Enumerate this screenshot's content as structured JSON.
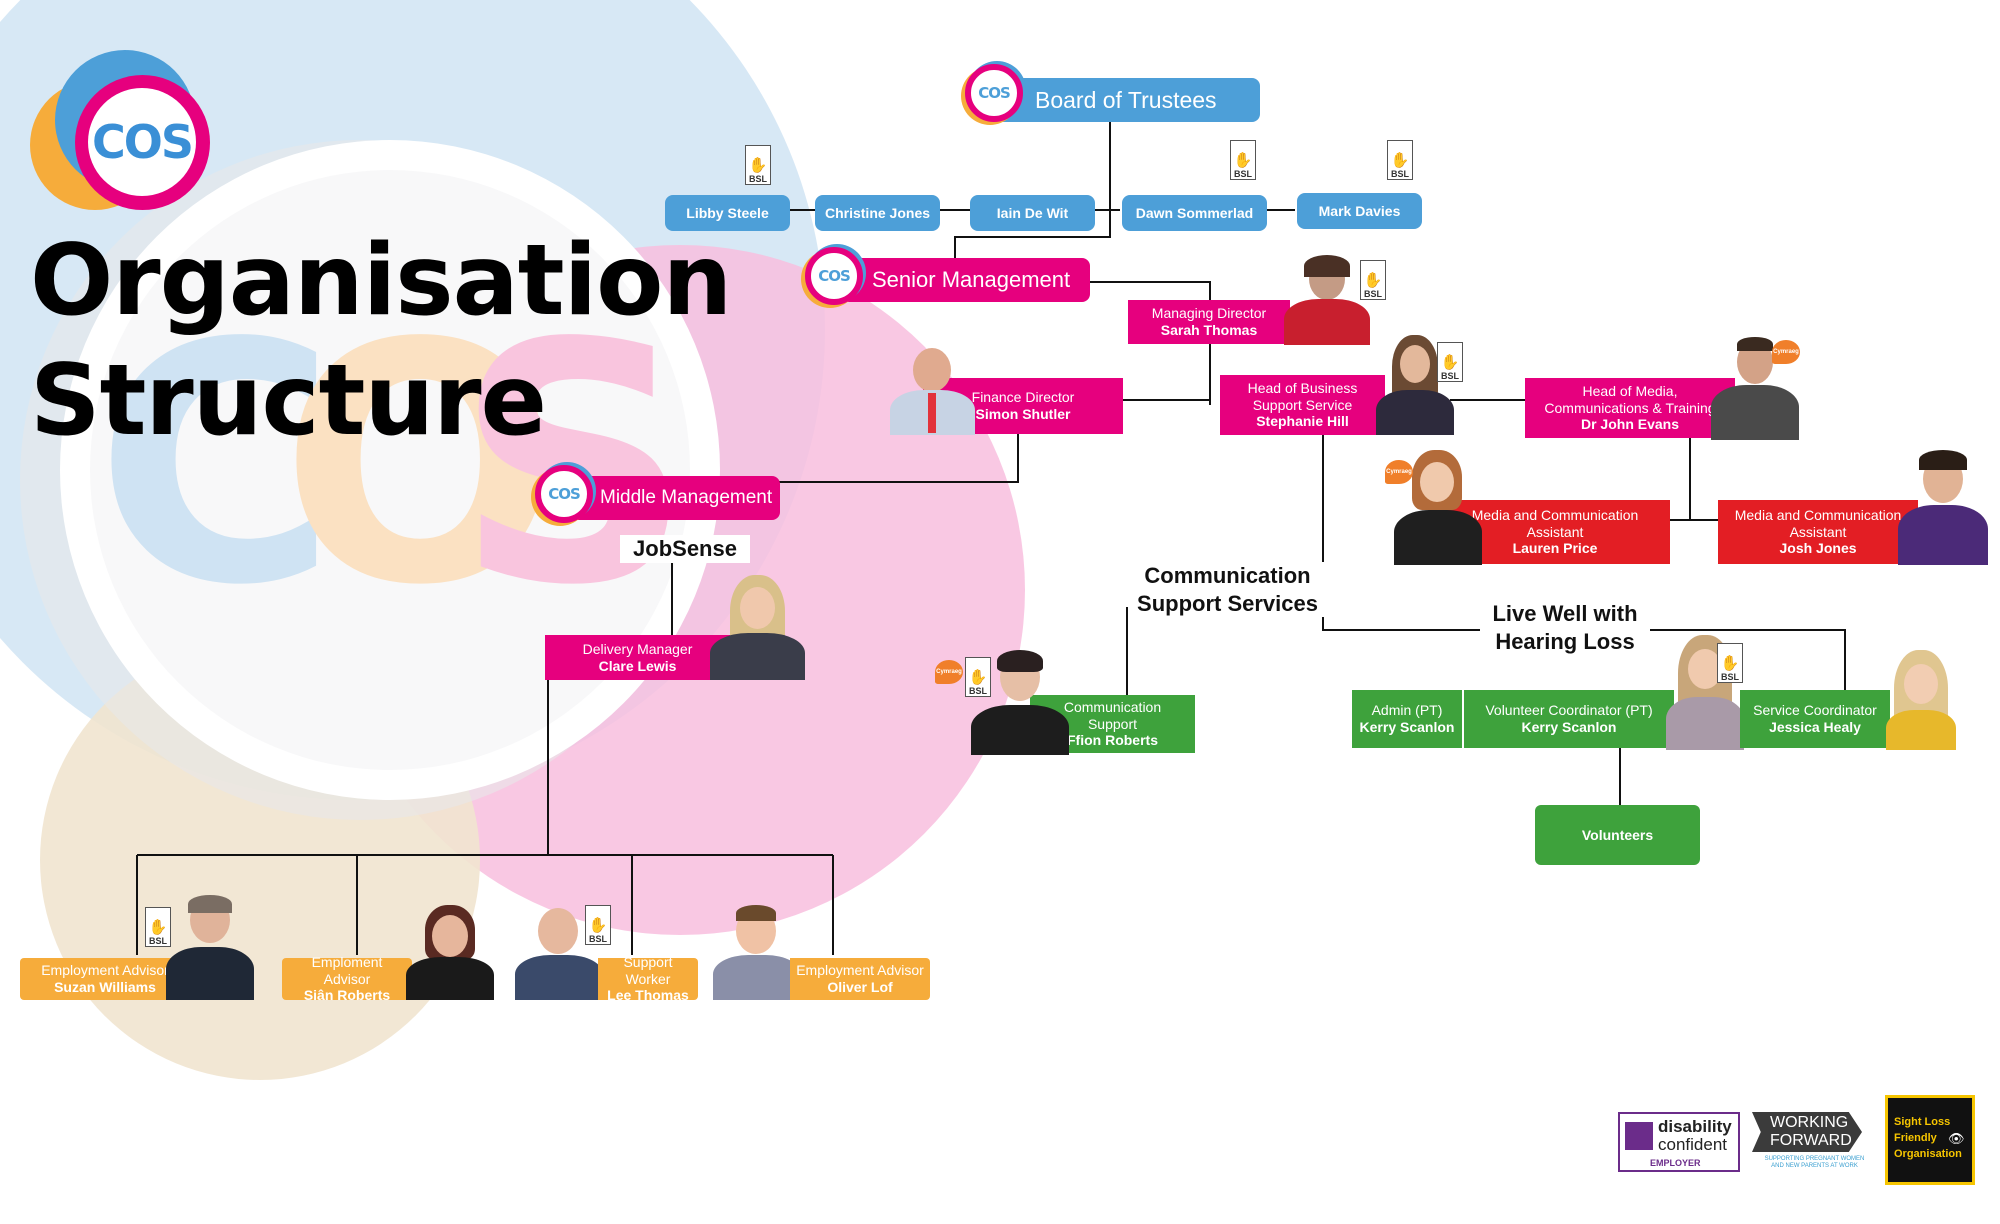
{
  "logo": {
    "text": "COS",
    "watermark": "COS"
  },
  "title": {
    "line1": "Organisation",
    "line2": "Structure"
  },
  "colors": {
    "blue": "#4d9fd8",
    "pink": "#e6007e",
    "red": "#e31e24",
    "green": "#3ea23c",
    "orange": "#f6ac3b"
  },
  "icons": {
    "bsl_text": "BSL",
    "cymraeg_text": "Cymraeg"
  },
  "headers": {
    "board": "Board of Trustees",
    "senior": "Senior Management",
    "middle": "Middle Management"
  },
  "trustees": [
    "Libby Steele",
    "Christine Jones",
    "Iain De Wit",
    "Dawn Sommerlad",
    "Mark Davies"
  ],
  "senior": {
    "md": {
      "role": "Managing Director",
      "name": "Sarah Thomas"
    },
    "fd": {
      "role": "Finance Director",
      "name": "Simon Shutler"
    },
    "hobs": {
      "role": "Head of Business Support Service",
      "name": "Stephanie Hill"
    },
    "homct": {
      "role": "Head of Media, Communications & Training",
      "name": "Dr John Evans"
    }
  },
  "media": {
    "lauren": {
      "role": "Media and Communication Assistant",
      "name": "Lauren Price"
    },
    "josh": {
      "role": "Media and Communication Assistant",
      "name": "Josh Jones"
    }
  },
  "sections": {
    "jobsense": "JobSense",
    "comm_support": "Communication Support Services",
    "live_well": "Live Well with Hearing Loss"
  },
  "comm": {
    "role": "Communication Support",
    "name": "Ffion Roberts"
  },
  "livewell": {
    "admin": {
      "role": "Admin (PT)",
      "name": "Kerry Scanlon"
    },
    "volcoord": {
      "role": "Volunteer Coordinator (PT)",
      "name": "Kerry Scanlon"
    },
    "service": {
      "role": "Service Coordinator",
      "name": "Jessica Healy"
    },
    "volunteers": "Volunteers"
  },
  "jobsense_team": {
    "delivery": {
      "role": "Delivery Manager",
      "name": "Clare Lewis"
    },
    "staff": [
      {
        "role": "Employment  Advisor",
        "name": "Suzan Williams"
      },
      {
        "role": "Emploment Advisor",
        "name": "Siân Roberts"
      },
      {
        "role": "Support Worker",
        "name": "Lee Thomas"
      },
      {
        "role": "Employment Advisor",
        "name": "Oliver Lof"
      }
    ]
  },
  "footer": {
    "dc_line1": "disability",
    "dc_line2": "confident",
    "dc_line3": "EMPLOYER",
    "wf_line1": "WORKING",
    "wf_line2": "FORWARD",
    "wf_line3": "SUPPORTING PREGNANT WOMEN AND NEW PARENTS AT WORK",
    "sl_line1": "Sight Loss",
    "sl_line2": "Friendly",
    "sl_line3": "Organisation"
  }
}
